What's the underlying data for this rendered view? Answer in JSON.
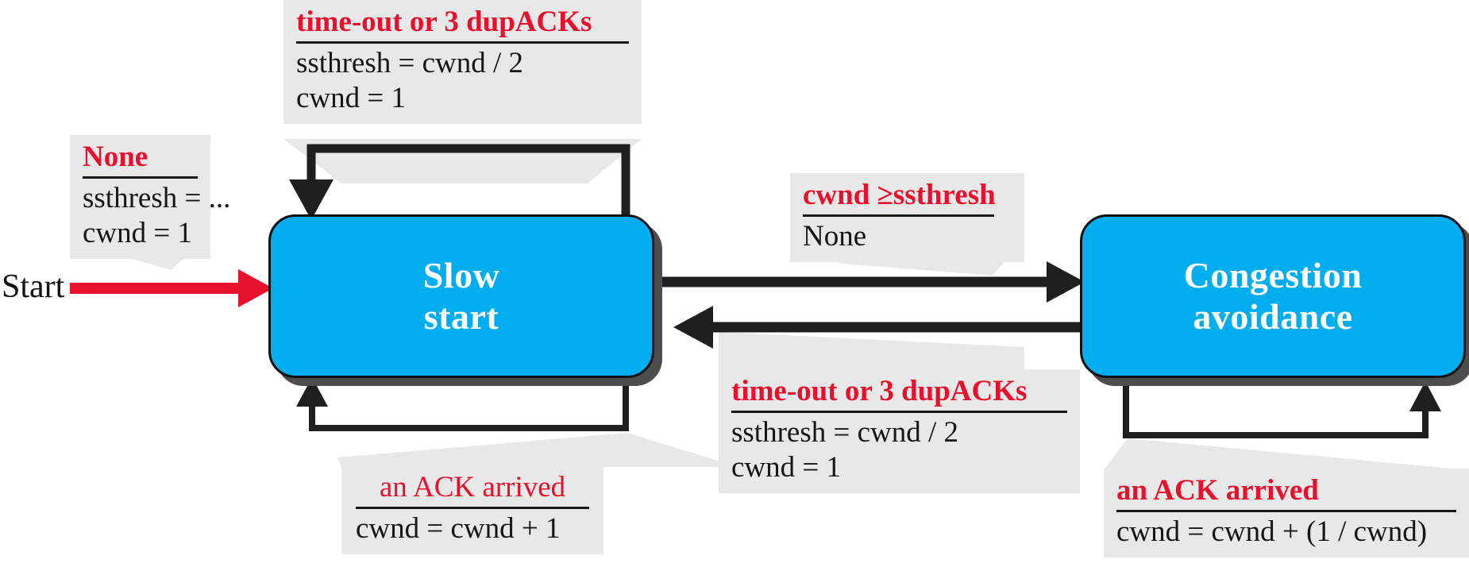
{
  "diagram": {
    "title": "TCP congestion control state machine",
    "colors": {
      "state_fill": "#00ADEF",
      "state_border": "#111111",
      "state_shadow": "#4d4d4d",
      "state_text": "#ffffff",
      "condition_text": "#e8112d",
      "action_text": "#161616",
      "label_bg": "#e8e8e8",
      "start_arrow": "#e8112d",
      "transition_arrow": "#1f1f1f"
    },
    "start_label": "Start",
    "states": [
      {
        "id": "slow-start",
        "line1": "Slow",
        "line2": "start"
      },
      {
        "id": "congestion-avoidance",
        "line1": "Congestion",
        "line2": "avoidance"
      }
    ],
    "labels": {
      "init": {
        "condition": "None",
        "actions": [
          "ssthresh = ...",
          "cwnd = 1"
        ]
      },
      "slow_start_loss": {
        "condition": "time-out or 3 dupACKs",
        "actions": [
          "ssthresh = cwnd / 2",
          "cwnd = 1"
        ]
      },
      "to_congestion_avoidance": {
        "condition": "cwnd ≥ssthresh",
        "actions": [
          "None"
        ]
      },
      "ca_loss": {
        "condition": "time-out or 3 dupACKs",
        "actions": [
          "ssthresh = cwnd / 2",
          "cwnd = 1"
        ]
      },
      "slow_start_ack": {
        "condition": "an ACK arrived",
        "actions": [
          "cwnd = cwnd + 1"
        ]
      },
      "ca_ack": {
        "condition": "an ACK arrived",
        "actions": [
          "cwnd = cwnd + (1 / cwnd)"
        ]
      }
    }
  }
}
